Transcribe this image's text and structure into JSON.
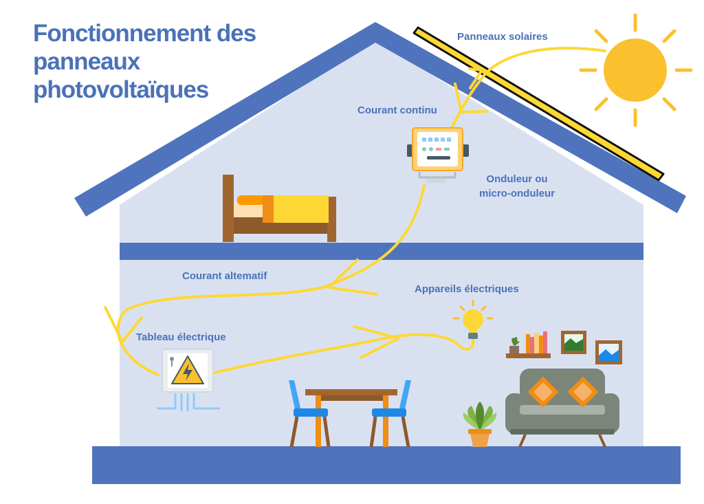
{
  "title": "Fonctionnement des panneaux photovoltaïques",
  "labels": {
    "solar_panels": "Panneaux solaires",
    "direct_current": "Courant continu",
    "inverter_line1": "Onduleur ou",
    "inverter_line2": "micro-onduleur",
    "alternating_current": "Courant altematif",
    "electrical_devices": "Appareils électriques",
    "electrical_panel": "Tableau électrique"
  },
  "colors": {
    "house_blue": "#4f74bd",
    "wall_fill": "#d9e1f1",
    "text_blue": "#4a72b8",
    "current_yellow": "#fdd835",
    "sun_yellow": "#fbc02d"
  },
  "icons": [
    "sun-icon",
    "solar-panel-icon",
    "inverter-icon",
    "bed-icon",
    "electrical-panel-icon",
    "light-bulb-icon",
    "table-icon",
    "chair-icon",
    "plant-icon",
    "sofa-icon",
    "shelf-icon",
    "picture-frame-icon"
  ]
}
